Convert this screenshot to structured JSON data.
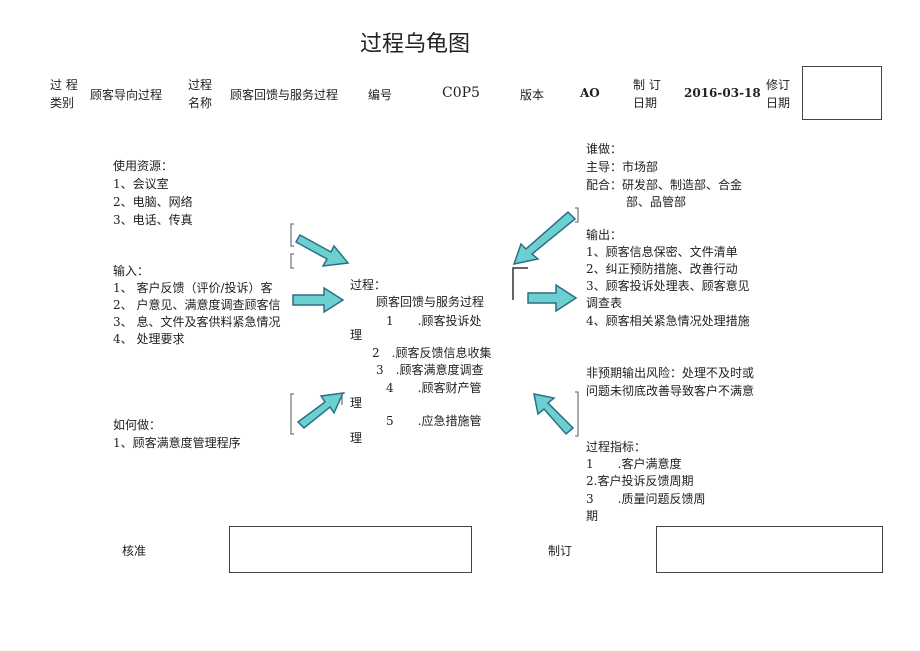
{
  "title": "过程乌龟图",
  "header": {
    "process_category_label_1": "过 程",
    "process_category_label_2": "类别",
    "process_category_value": "顾客导向过程",
    "process_name_label_1": "过程",
    "process_name_label_2": "名称",
    "process_name_value": "顾客回馈与服务过程",
    "number_label": "编号",
    "number_value": "C0P5",
    "version_label": "版本",
    "version_value": "AO",
    "made_date_label_1": "制 订",
    "made_date_label_2": "日期",
    "made_date_value": "2016-03-18",
    "revise_date_label_1": "修订",
    "revise_date_label_2": "日期",
    "revise_date_value": ""
  },
  "resources": {
    "heading": "使用资源：",
    "items": [
      "1、会议室",
      "2、电脑、网络",
      "3、电话、传真"
    ]
  },
  "who": {
    "heading": "谁做：",
    "lead": "主导：市场部",
    "coop_1": "配合：研发部、制造部、合金",
    "coop_2": "部、品管部"
  },
  "inputs": {
    "heading": "输入：",
    "lines": [
      "1、 客户反馈（评价/投诉）客",
      "2、 户意见、满意度调查顾客信",
      "3、 息、文件及客供料紧急情况",
      "4、 处理要求"
    ]
  },
  "outputs": {
    "heading": "输出：",
    "lines": [
      "1、顾客信息保密、文件清单",
      "2、纠正预防措施、改善行动",
      "3、顾客投诉处理表、顾客意见",
      "调查表",
      "4、顾客相关紧急情况处理措施"
    ]
  },
  "process": {
    "heading": "过程：",
    "name": "顾客回馈与服务过程",
    "s1": "1　　.顾客投诉处",
    "s1b": "理",
    "s2": "2　.顾客反馈信息收集",
    "s3": "3　.顾客满意度调查",
    "s4": "4　　.顾客财产管",
    "s4b": "理",
    "s5": "5　　.应急措施管",
    "s5b": "理"
  },
  "how": {
    "heading": "如何做：",
    "item": "1、顾客满意度管理程序"
  },
  "risk": {
    "line1": "非预期输出风险：处理不及时或",
    "line2": "问题未彻底改善导致客户不满意"
  },
  "indicators": {
    "heading": "过程指标：",
    "i1": "1　　.客户满意度",
    "i2": "2.客户投诉反馈周期",
    "i3": "3　　.质量问题反馈周",
    "i3b": "期"
  },
  "footer": {
    "approve_label": "核准",
    "approve_value": "",
    "made_label": "制订",
    "made_value": ""
  },
  "colors": {
    "arrow_fill": "#6ccfd0",
    "arrow_stroke": "#2c6f86"
  }
}
